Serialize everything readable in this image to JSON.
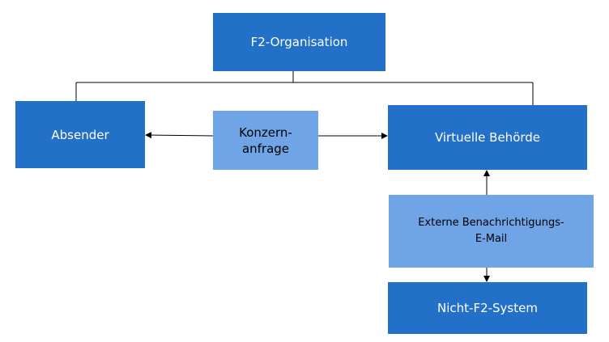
{
  "diagram": {
    "top": {
      "label": "F2-Organisation"
    },
    "sender": {
      "label": "Absender"
    },
    "group_request": {
      "label": "Konzern-\nanfrage"
    },
    "virtual_authority": {
      "label": "Virtuelle Behörde"
    },
    "external_email": {
      "label": "Externe Benachrichtigungs-\nE-Mail"
    },
    "non_f2": {
      "label": "Nicht-F2-System"
    }
  },
  "colors": {
    "dark_box": "#2370C8",
    "light_box": "#6FA4E6",
    "line": "#000000"
  }
}
